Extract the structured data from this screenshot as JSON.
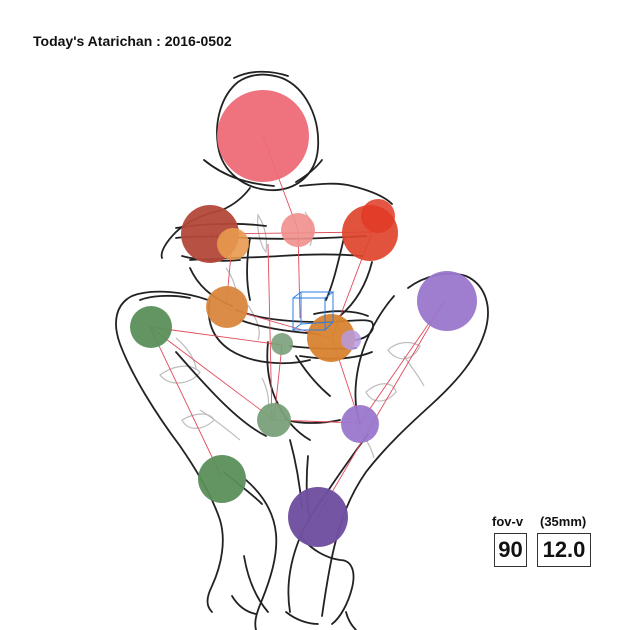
{
  "title": "Today's Atarichan : 2016-0502",
  "camera": {
    "fov_label": "fov-v",
    "fov_value": "90",
    "lens_label": "(35mm)",
    "lens_value": "12.0"
  },
  "colors": {
    "outline": "#222222",
    "guide": "#bdbdbd",
    "bone": "#e04a5a",
    "gizmo": "#2b7de9",
    "head": "#ee6a78",
    "chest": "#f08f8c",
    "shoulder_right": "#b3483a",
    "shoulder_left": "#e0442c",
    "arm_orange": "#e89a4e",
    "elbow_orange": "#d9873e",
    "hip_orange": "#d8822e",
    "green_dark": "#5a8f5a",
    "green_light": "#7aa07a",
    "purple_light": "#9b77cc",
    "purple_dark": "#6f4fa0"
  },
  "joints": [
    {
      "name": "head",
      "color": "head"
    },
    {
      "name": "chest",
      "color": "chest"
    },
    {
      "name": "shoulder-right",
      "color": "shoulder_right"
    },
    {
      "name": "shoulder-left",
      "color": "shoulder_left"
    },
    {
      "name": "elbow-right",
      "color": "arm_orange"
    },
    {
      "name": "hand-right",
      "color": "elbow_orange"
    },
    {
      "name": "pelvis",
      "color": "hip_orange"
    },
    {
      "name": "hip-center",
      "color": "green_light"
    },
    {
      "name": "knee-right",
      "color": "green_dark"
    },
    {
      "name": "ankle-right",
      "color": "green_light"
    },
    {
      "name": "foot-right",
      "color": "green_dark"
    },
    {
      "name": "knee-left",
      "color": "purple_light"
    },
    {
      "name": "ankle-left",
      "color": "purple_light"
    },
    {
      "name": "foot-left",
      "color": "purple_dark"
    },
    {
      "name": "hand-left",
      "color": "purple_light"
    }
  ]
}
